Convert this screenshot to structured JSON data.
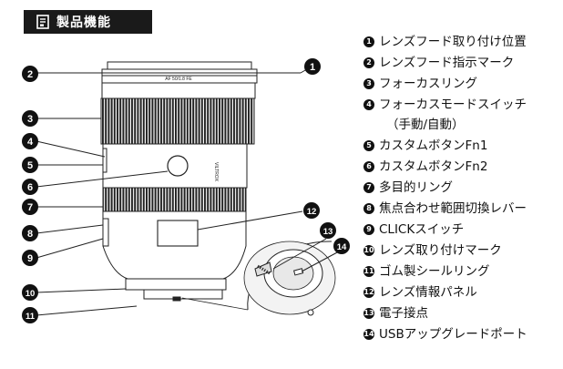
{
  "header": {
    "title": "製品機能"
  },
  "lens_markings": {
    "barrel_text": "AF 50/1.8 FE",
    "side_text": "VILTROX"
  },
  "callout_numbers": [
    "1",
    "2",
    "3",
    "4",
    "5",
    "6",
    "7",
    "8",
    "9",
    "10",
    "11",
    "12",
    "13",
    "14"
  ],
  "legend": [
    {
      "number": "1",
      "label": "レンズフード取り付け位置"
    },
    {
      "number": "2",
      "label": "レンズフード指示マーク"
    },
    {
      "number": "3",
      "label": "フォーカスリング"
    },
    {
      "number": "4",
      "label": "フォーカスモードスイッチ",
      "sub": "（手動/自動）"
    },
    {
      "number": "5",
      "label": "カスタムボタンFn1"
    },
    {
      "number": "6",
      "label": "カスタムボタンFn2"
    },
    {
      "number": "7",
      "label": "多目的リング"
    },
    {
      "number": "8",
      "label": "焦点合わせ範囲切換レバー"
    },
    {
      "number": "9",
      "label": "CLICKスイッチ"
    },
    {
      "number": "10",
      "label": "レンズ取り付けマーク"
    },
    {
      "number": "11",
      "label": "ゴム製シールリング"
    },
    {
      "number": "12",
      "label": "レンズ情報パネル"
    },
    {
      "number": "13",
      "label": "電子接点"
    },
    {
      "number": "14",
      "label": "USBアップグレードポート"
    }
  ]
}
